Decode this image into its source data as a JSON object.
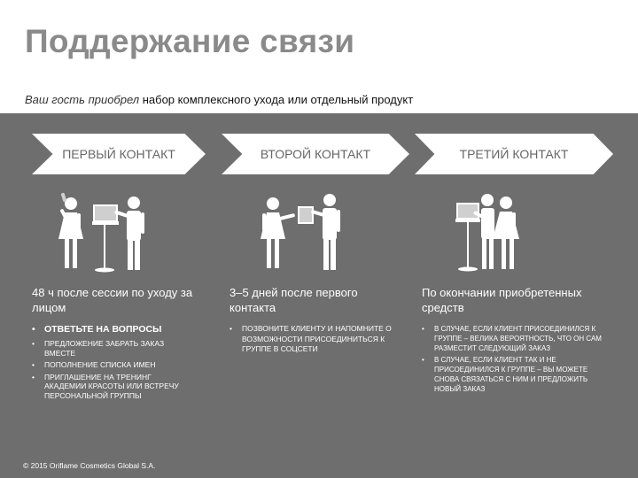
{
  "title": "Поддержание связи",
  "subtitle": {
    "italic_part": "Ваш гость приобрел",
    "normal_part": "набор комплексного ухода или отдельный продукт"
  },
  "steps": [
    {
      "label": "ПЕРВЫЙ КОНТАКТ",
      "timing": "48 ч после сессии по уходу за лицом",
      "bullets": [
        "ОТВЕТЬТЕ НА ВОПРОСЫ",
        "ПРЕДЛОЖЕНИЕ ЗАБРАТЬ ЗАКАЗ ВМЕСТЕ",
        "ПОПОЛНЕНИЕ СПИСКА ИМЕН",
        "ПРИГЛАШЕНИЕ НА ТРЕНИНГ АКАДЕМИИ КРАСОТЫ ИЛИ ВСТРЕЧУ ПЕРСОНАЛЬНОЙ ГРУППЫ"
      ]
    },
    {
      "label": "ВТОРОЙ КОНТАКТ",
      "timing": "3–5 дней после первого контакта",
      "bullets": [
        "ПОЗВОНИТЕ КЛИЕНТУ И НАПОМНИТЕ О ВОЗМОЖНОСТИ ПРИСОЕДИНИТЬСЯ К ГРУППЕ В СОЦСЕТИ"
      ]
    },
    {
      "label": "ТРЕТИЙ КОНТАКТ",
      "timing": "По окончании приобретенных средств",
      "bullets": [
        "В СЛУЧАЕ, ЕСЛИ КЛИЕНТ ПРИСОЕДИНИЛСЯ К ГРУППЕ – ВЕЛИКА ВЕРОЯТНОСТЬ, ЧТО ОН САМ РАЗМЕСТИТ СЛЕДУЮЩИЙ ЗАКАЗ",
        "В СЛУЧАЕ, ЕСЛИ КЛИЕНТ ТАК И НЕ ПРИСОЕДИНИЛСЯ К ГРУППЕ – ВЫ МОЖЕТЕ СНОВА СВЯЗАТЬСЯ С НИМ И ПРЕДЛОЖИТЬ НОВЫЙ ЗАКАЗ"
      ]
    }
  ],
  "footer": "© 2015 Oriflame Cosmetics Global S.A.",
  "colors": {
    "band": "#6e6e6e",
    "title": "#8a8a8a",
    "pictogram": "#ffffff",
    "screen": "#cfcfcf"
  },
  "icons": [
    "phone-call-pictogram",
    "package-handover-pictogram",
    "online-order-pictogram"
  ]
}
